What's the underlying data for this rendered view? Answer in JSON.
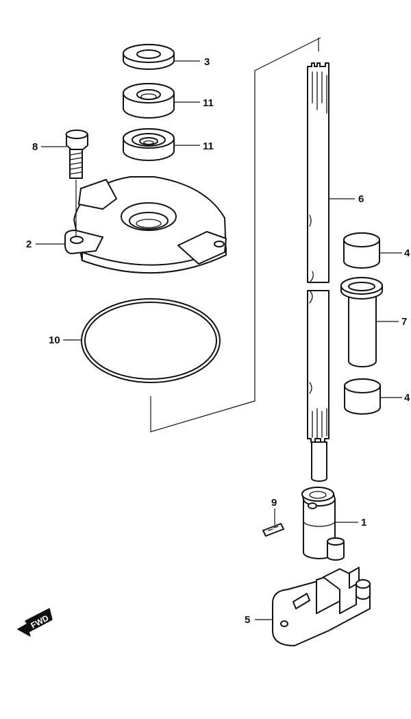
{
  "diagram": {
    "callouts": [
      {
        "id": "c3",
        "label": "3"
      },
      {
        "id": "c11a",
        "label": "11"
      },
      {
        "id": "c11b",
        "label": "11"
      },
      {
        "id": "c8",
        "label": "8"
      },
      {
        "id": "c2",
        "label": "2"
      },
      {
        "id": "c6",
        "label": "6"
      },
      {
        "id": "c4a",
        "label": "4"
      },
      {
        "id": "c7",
        "label": "7"
      },
      {
        "id": "c10",
        "label": "10"
      },
      {
        "id": "c4b",
        "label": "4"
      },
      {
        "id": "c9",
        "label": "9"
      },
      {
        "id": "c1",
        "label": "1"
      },
      {
        "id": "c5",
        "label": "5"
      }
    ],
    "fwd_label": "FWD",
    "line_color": "#111111",
    "background": "#ffffff"
  }
}
